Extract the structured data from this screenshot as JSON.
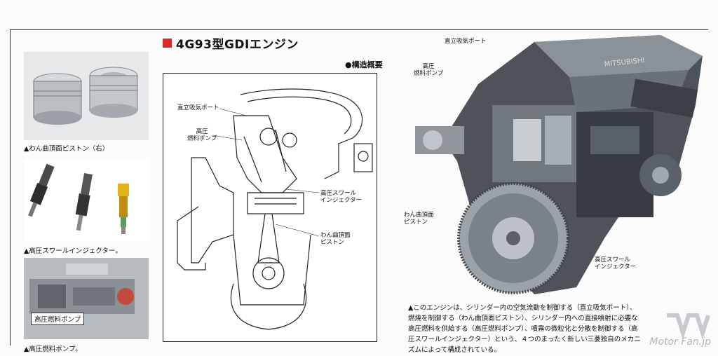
{
  "title": "4G93型GDIエンジン",
  "subhead": "●構造概要",
  "captions": {
    "piston": "▲わん曲頂面ピストン（右）",
    "injector": "▲高圧スワールインジェクター。",
    "pump": "▲高圧燃料ポンプ。",
    "pump_label_on_photo": "高圧燃料ポンプ"
  },
  "diagram_labels": {
    "port": "直立吸気ポート",
    "pump_line1": "高圧",
    "pump_line2": "燃料ポンプ",
    "injector_line1": "高圧スワール",
    "injector_line2": "インジェクター",
    "piston_line1": "わん曲頂面",
    "piston_line2": "ピストン"
  },
  "engine_labels": {
    "port": "直立吸気ポート",
    "pump_line1": "高圧",
    "pump_line2": "燃料ポンプ",
    "piston_line1": "わん曲頂面",
    "piston_line2": "ピストン",
    "injector_line1": "高圧スワール",
    "injector_line2": "インジェクター",
    "cover_text": "MITSUBISHI"
  },
  "description_lines": [
    "▲このエンジンは、シリンダー内の空気流動を制御する（直立吸気ポート）、",
    "燃焼を制御する（わん曲頂面ピストン）、シリンダー内への直接噴射に必要な",
    "高圧燃料を供給する（高圧燃料ポンプ）、噴霧の微粒化と分散を制御する（高",
    "圧スワールインジェクター）という、４つのまったく新しい三菱独自のメカニ",
    "ズムによって構成されている。"
  ],
  "watermark": "Motor Fan.jp",
  "colors": {
    "accent": "#d42b2b"
  }
}
